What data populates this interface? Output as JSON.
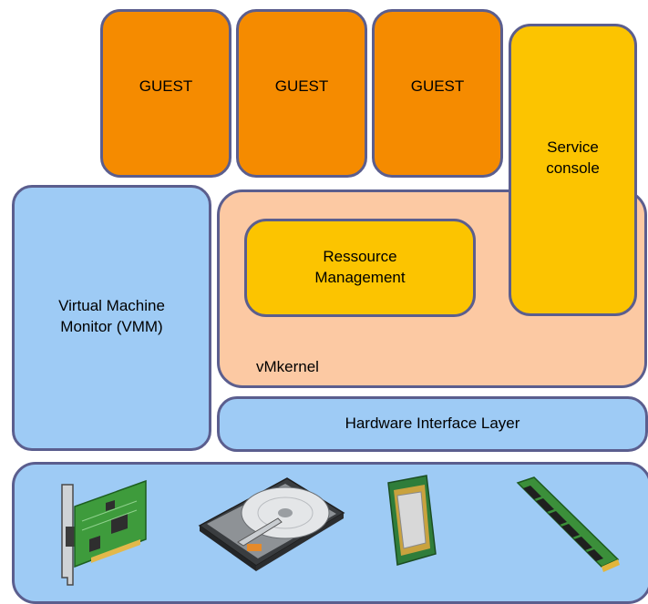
{
  "guests": [
    {
      "label": "GUEST"
    },
    {
      "label": "GUEST"
    },
    {
      "label": "GUEST"
    }
  ],
  "service_console": {
    "line1": "Service",
    "line2": "console"
  },
  "vmm": {
    "line1": "Virtual Machine",
    "line2": "Monitor (VMM)"
  },
  "resource_management": {
    "line1": "Ressource",
    "line2": "Management"
  },
  "vmkernel": {
    "label": "vMkernel"
  },
  "hardware_interface": {
    "label": "Hardware Interface Layer"
  },
  "hardware_icons": [
    "network-card-icon",
    "hard-drive-icon",
    "cpu-icon",
    "ram-module-icon"
  ],
  "colors": {
    "guest": "#f58b00",
    "yellow": "#fcc400",
    "vmkernel": "#fcc9a3",
    "blue": "#9ecbf5",
    "border": "#5b5e8e"
  }
}
